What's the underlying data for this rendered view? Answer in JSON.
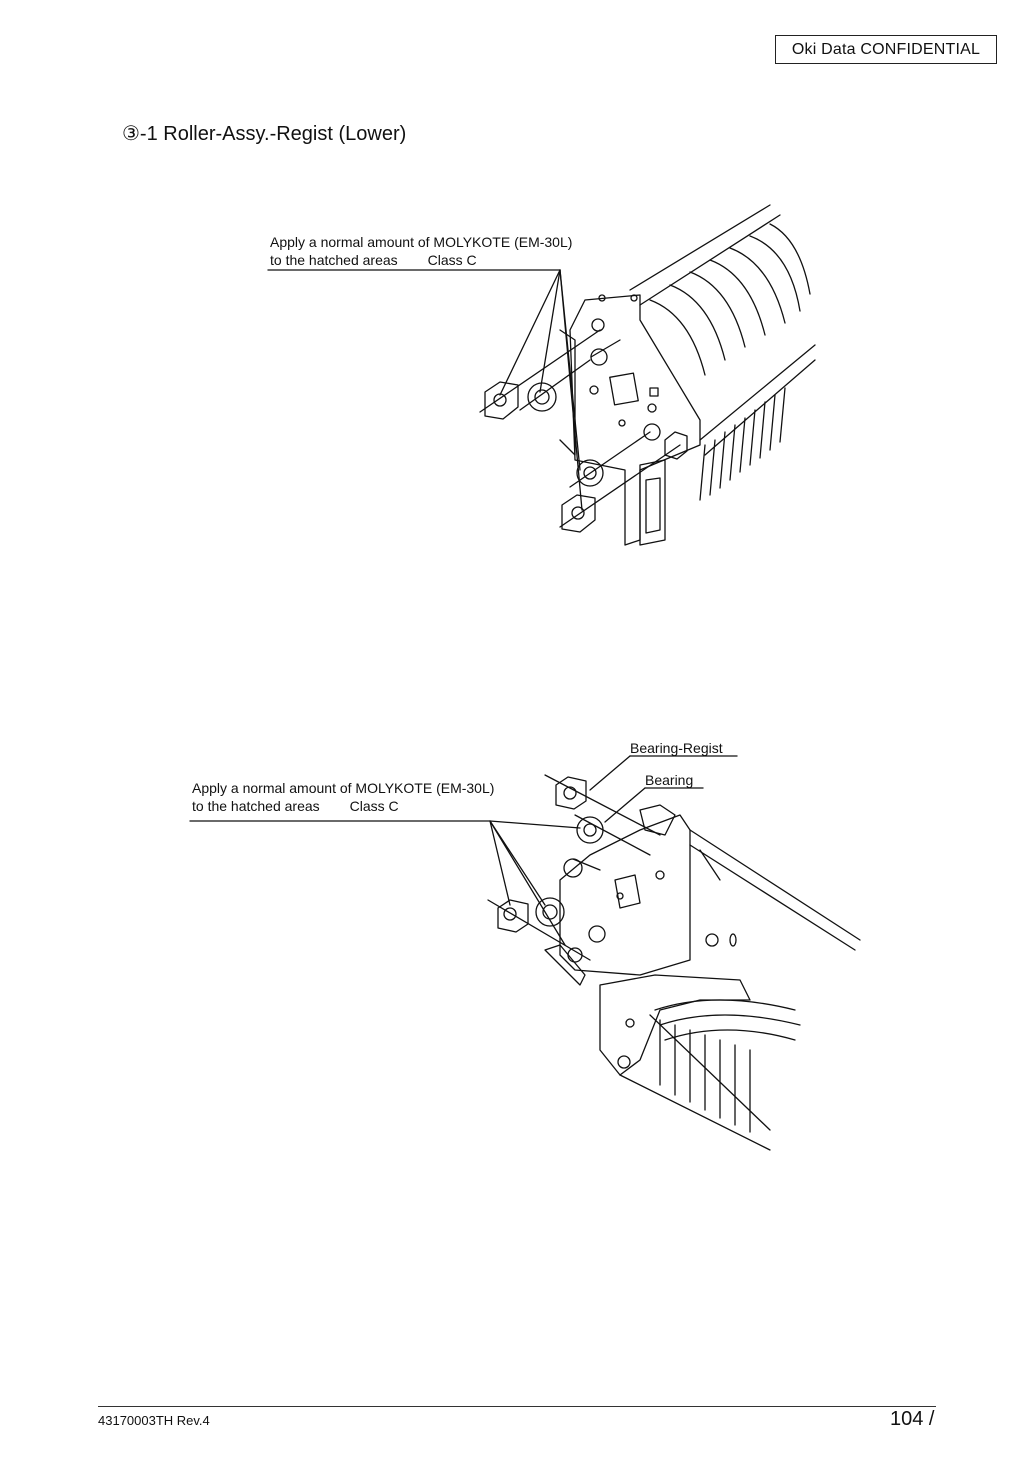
{
  "header": {
    "confidential": "Oki  Data  CONFIDENTIAL"
  },
  "section": {
    "title": "③-1 Roller-Assy.-Regist (Lower)"
  },
  "figure1": {
    "note_line1": "Apply a normal amount of MOLYKOTE (EM-30L)",
    "note_line2": "to the hatched areas",
    "note_class": "Class C"
  },
  "figure2": {
    "note_line1": "Apply a normal amount of MOLYKOTE (EM-30L)",
    "note_line2": "to the hatched areas",
    "note_class": "Class C",
    "label_bearing_regist": "Bearing-Regist",
    "label_bearing": "Bearing"
  },
  "footer": {
    "doc_id": "43170003TH  Rev.4",
    "page": "104 /"
  }
}
